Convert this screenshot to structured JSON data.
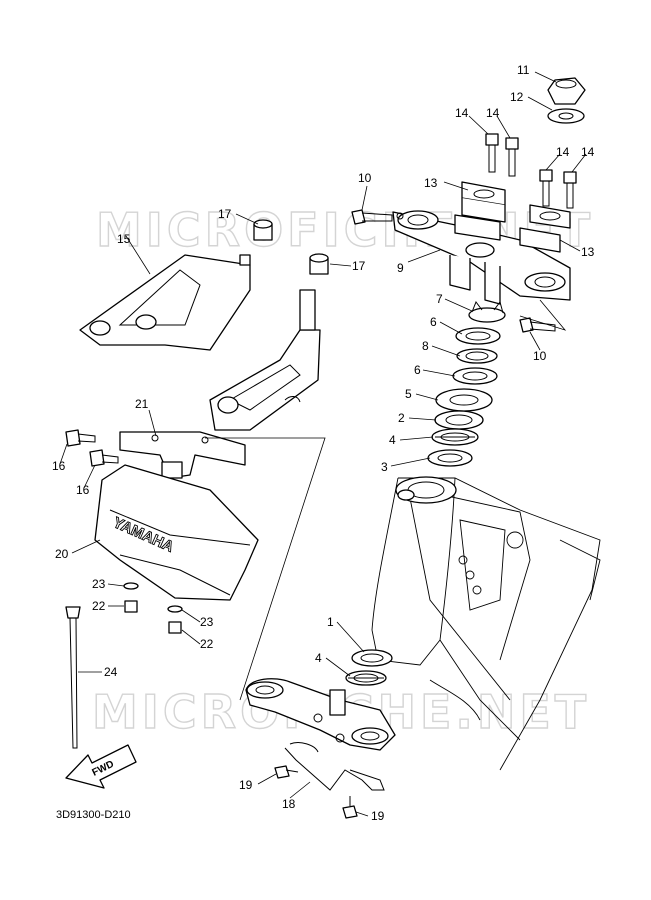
{
  "watermark": "MICROFICHE.NET",
  "diagram_code": "3D91300-D210",
  "fwd_label": "FWD",
  "brand_label": "YAMAHA",
  "callouts": {
    "n1": "1",
    "n2": "2",
    "n3": "3",
    "n4a": "4",
    "n4b": "4",
    "n5": "5",
    "n6a": "6",
    "n6b": "6",
    "n7": "7",
    "n8": "8",
    "n9": "9",
    "n10a": "10",
    "n10b": "10",
    "n11": "11",
    "n12": "12",
    "n13a": "13",
    "n13b": "13",
    "n14a": "14",
    "n14b": "14",
    "n14c": "14",
    "n14d": "14",
    "n15": "15",
    "n16a": "16",
    "n16b": "16",
    "n17a": "17",
    "n17b": "17",
    "n18": "18",
    "n19a": "19",
    "n19b": "19",
    "n20": "20",
    "n21": "21",
    "n22a": "22",
    "n22b": "22",
    "n23a": "23",
    "n23b": "23",
    "n24": "24"
  }
}
